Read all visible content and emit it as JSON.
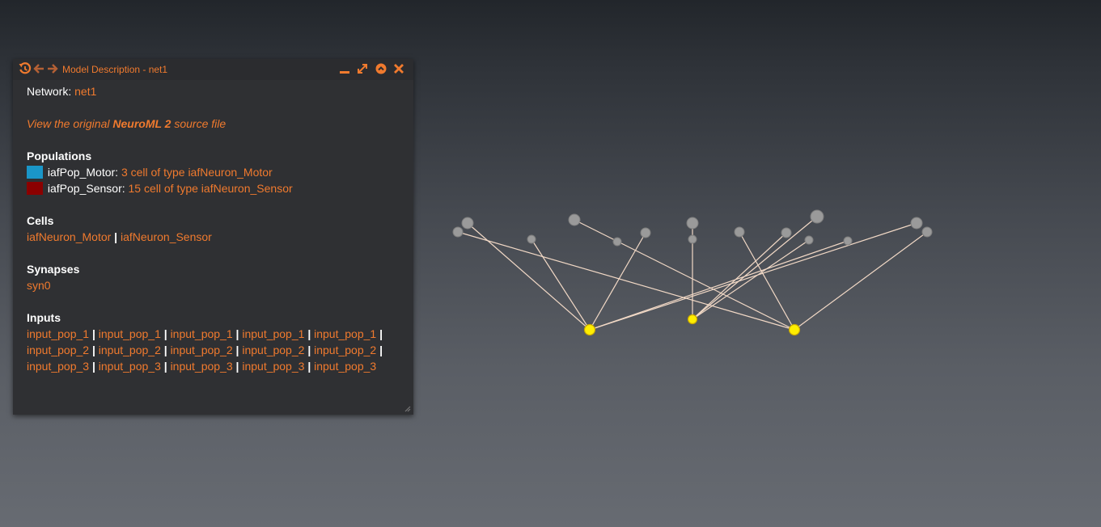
{
  "panel": {
    "title": "Model Description - net1",
    "icons": [
      "history-icon",
      "back-arrow-icon",
      "forward-arrow-icon",
      "minimize-icon",
      "maximize-icon",
      "collapse-icon",
      "close-icon"
    ]
  },
  "content": {
    "network_label": "Network:",
    "network_value": "net1",
    "source_prefix": "View the original ",
    "source_bold": "NeuroML 2",
    "source_suffix": " source file",
    "populations_heading": "Populations",
    "populations": [
      {
        "name": "iafPop_Motor:",
        "desc": "3 cell of type iafNeuron_Motor",
        "color": "#1a96c8"
      },
      {
        "name": "iafPop_Sensor:",
        "desc": "15 cell of type iafNeuron_Sensor",
        "color": "#8b0000"
      }
    ],
    "cells_heading": "Cells",
    "cells": [
      "iafNeuron_Motor",
      "iafNeuron_Sensor"
    ],
    "synapses_heading": "Synapses",
    "synapses": [
      "syn0"
    ],
    "inputs_heading": "Inputs",
    "inputs": [
      [
        "input_pop_1",
        "input_pop_1",
        "input_pop_1",
        "input_pop_1",
        "input_pop_1"
      ],
      [
        "input_pop_2",
        "input_pop_2",
        "input_pop_2",
        "input_pop_2",
        "input_pop_2"
      ],
      [
        "input_pop_3",
        "input_pop_3",
        "input_pop_3",
        "input_pop_3",
        "input_pop_3"
      ]
    ],
    "separator": "|"
  },
  "colors": {
    "accent": "#f07a2e",
    "panel_bg": "#2f3033",
    "motor_cell": "#ffee00",
    "sensor_cell": "#9a9a9a",
    "connection": "#f2d9c6"
  }
}
